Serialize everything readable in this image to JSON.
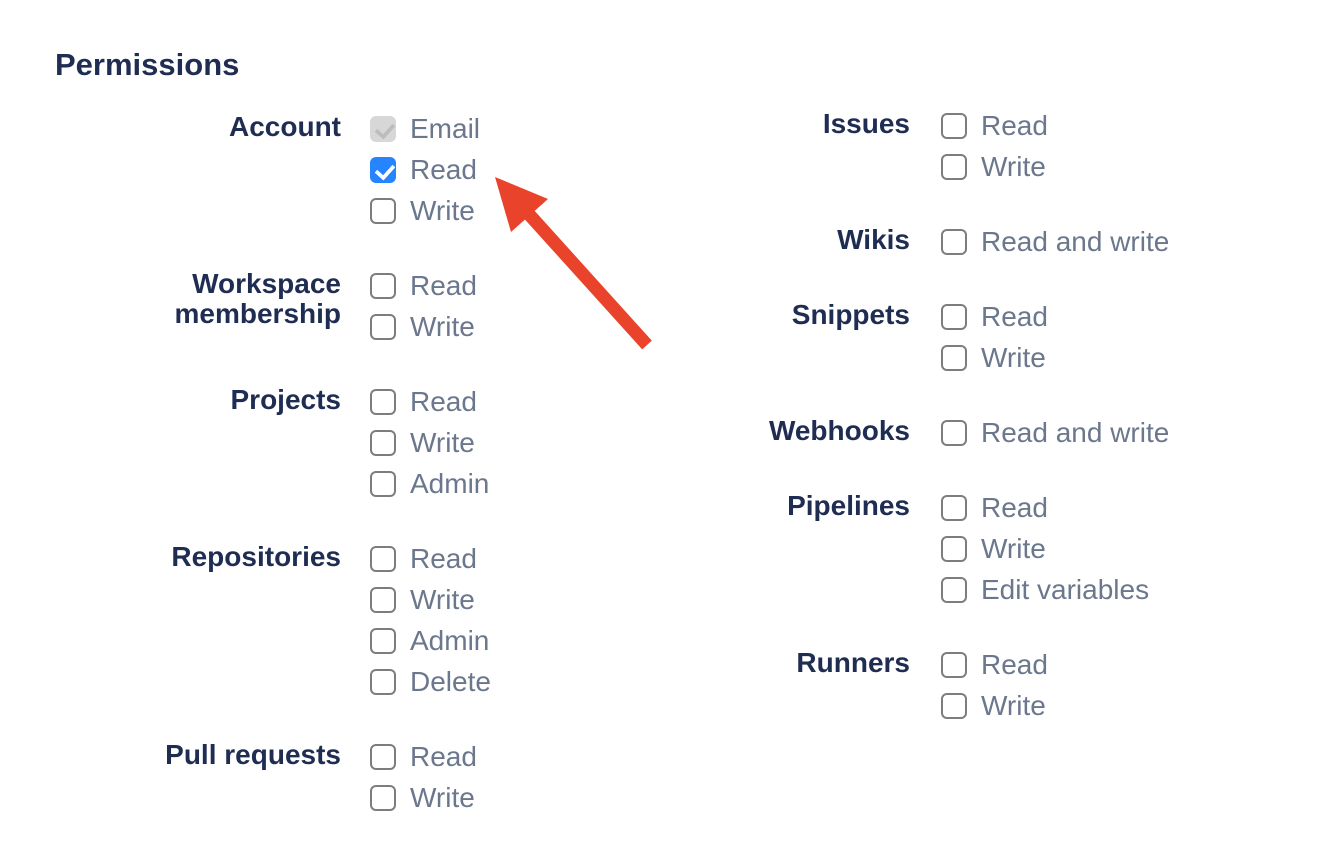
{
  "page": {
    "heading": "Permissions"
  },
  "colors": {
    "heading_navy": "#1F2D53",
    "option_label_grey": "#6B778C",
    "checkbox_border_grey": "#7D7D7D",
    "checkbox_checked_blue": "#2684FF",
    "checkbox_disabled_grey": "#D7D7D7",
    "checkbox_disabled_check_grey": "#BDBDBD",
    "arrow_red": "#E9432B"
  },
  "columns": [
    {
      "groups": [
        {
          "label": "Account",
          "options": [
            {
              "label": "Email",
              "state": "checked_disabled"
            },
            {
              "label": "Read",
              "state": "checked"
            },
            {
              "label": "Write",
              "state": "unchecked"
            }
          ]
        },
        {
          "label": "Workspace membership",
          "options": [
            {
              "label": "Read",
              "state": "unchecked"
            },
            {
              "label": "Write",
              "state": "unchecked"
            }
          ]
        },
        {
          "label": "Projects",
          "options": [
            {
              "label": "Read",
              "state": "unchecked"
            },
            {
              "label": "Write",
              "state": "unchecked"
            },
            {
              "label": "Admin",
              "state": "unchecked"
            }
          ]
        },
        {
          "label": "Repositories",
          "options": [
            {
              "label": "Read",
              "state": "unchecked"
            },
            {
              "label": "Write",
              "state": "unchecked"
            },
            {
              "label": "Admin",
              "state": "unchecked"
            },
            {
              "label": "Delete",
              "state": "unchecked"
            }
          ]
        },
        {
          "label": "Pull requests",
          "options": [
            {
              "label": "Read",
              "state": "unchecked"
            },
            {
              "label": "Write",
              "state": "unchecked"
            }
          ]
        }
      ]
    },
    {
      "groups": [
        {
          "label": "Issues",
          "options": [
            {
              "label": "Read",
              "state": "unchecked"
            },
            {
              "label": "Write",
              "state": "unchecked"
            }
          ]
        },
        {
          "label": "Wikis",
          "options": [
            {
              "label": "Read and write",
              "state": "unchecked"
            }
          ]
        },
        {
          "label": "Snippets",
          "options": [
            {
              "label": "Read",
              "state": "unchecked"
            },
            {
              "label": "Write",
              "state": "unchecked"
            }
          ]
        },
        {
          "label": "Webhooks",
          "options": [
            {
              "label": "Read and write",
              "state": "unchecked"
            }
          ]
        },
        {
          "label": "Pipelines",
          "options": [
            {
              "label": "Read",
              "state": "unchecked"
            },
            {
              "label": "Write",
              "state": "unchecked"
            },
            {
              "label": "Edit variables",
              "state": "unchecked"
            }
          ]
        },
        {
          "label": "Runners",
          "options": [
            {
              "label": "Read",
              "state": "unchecked"
            },
            {
              "label": "Write",
              "state": "unchecked"
            }
          ]
        }
      ]
    }
  ],
  "annotation": {
    "arrow": {
      "color": "#E9432B",
      "points_to": "Account Read checkbox"
    }
  }
}
